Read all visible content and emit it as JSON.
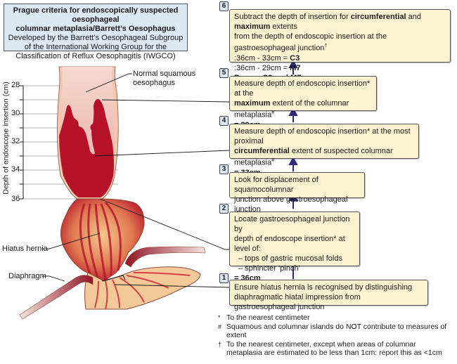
{
  "title": {
    "line1": "Prague criteria for endoscopically suspected oesophageal",
    "line2": "columnar metaplasia/Barrett’s Oesophagus",
    "line3": "Developed by the Barrett’s Oesophageal Subgroup",
    "line4": "of the International Working Group for the",
    "line5": "Classification of Reflux Oesophagitis (IWGCO)"
  },
  "axis": {
    "label": "Depth of endoscope insertion (cm)",
    "ticks": [
      "28",
      "30",
      "32",
      "34",
      "36"
    ]
  },
  "anatomy_labels": {
    "normal_squamous_1": "Normal squamous",
    "normal_squamous_2": "oesophagus",
    "hiatus_hernia": "Hiatus hernia",
    "diaphragm": "Diaphragm"
  },
  "colors": {
    "mucosa_red": "#b5122a",
    "squamous_pink": "#e9b3a8",
    "wall_tan": "#f3c99a",
    "step_box_fill": "#fdf3d2",
    "title_box_fill": "#dde8f5",
    "arrow": "#2e2a7a"
  },
  "steps": [
    {
      "num": "1",
      "lines": [
        "Ensure hiatus hernia is recognised by distinguishing",
        "diaphragmatic hiatal impression from gastroesophageal junction"
      ]
    },
    {
      "num": "2",
      "line1": "Locate gastroesophageal junction by",
      "line2": "depth of endoscope insertion* at level of:",
      "bullet1": "– tops of gastric mucosal folds",
      "bullet2": "– sphincter ‘pinch’",
      "result": "= 36cm"
    },
    {
      "num": "3",
      "line1": "Look for displacement of squamocolumnar",
      "line2": "junction above gastroesophageal junction"
    },
    {
      "num": "4",
      "line1": "Measure depth of endoscopic insertion* at the most proximal",
      "bold": "circumferential",
      "line2_rest": " extent of suspected columnar metaplasia",
      "sup": "#",
      "result": "= 33cm"
    },
    {
      "num": "5",
      "line1": "Measure depth of endoscopic insertion* at the",
      "bold": "maximum",
      "line2_rest": " extent of the columnar metaplasia",
      "sup": "#",
      "result": "= 29cm"
    },
    {
      "num": "6",
      "pre": "Subtract the depth of insertion for ",
      "bold1": "circumferential",
      "mid": " and ",
      "bold2": "maximum",
      "post": " extents",
      "line2": "from the depth of endoscopic insertion at the gastroesophageal junction",
      "sup": "†",
      "calc1": ":36cm - 33cm = ",
      "calc1_result": "C3",
      "calc2": ":36cm - 29cm = ",
      "calc2_result": "M7",
      "final": "Prague C3 and M7"
    }
  ],
  "notes": [
    {
      "symbol": "*",
      "text": "To the nearest centimeter"
    },
    {
      "symbol": "#",
      "text": "Squamous and columnar islands do NOT contribute to measures of extent"
    },
    {
      "symbol": "†",
      "text": "To the nearest centimeter, except when areas of columnar metaplasia are estimated to be less than 1cm: report this as <1cm"
    }
  ]
}
